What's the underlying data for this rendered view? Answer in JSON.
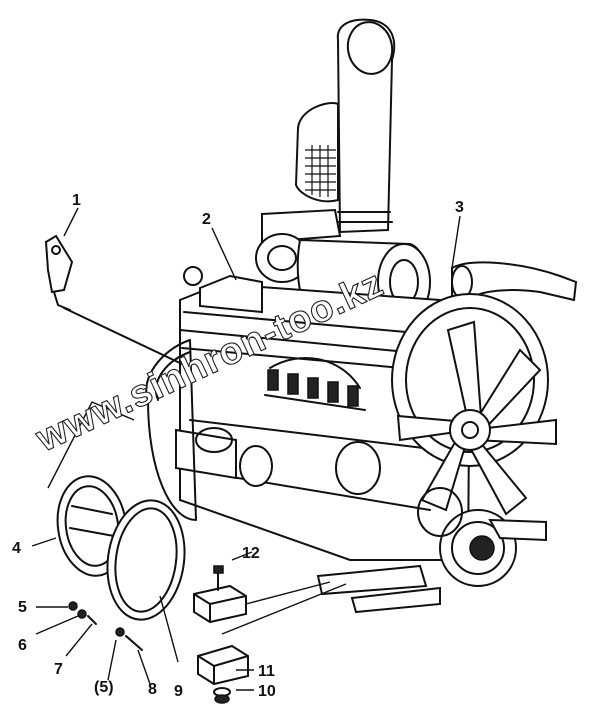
{
  "figure": {
    "callouts": [
      {
        "id": "1",
        "text": "1"
      },
      {
        "id": "2",
        "text": "2"
      },
      {
        "id": "3",
        "text": "3"
      },
      {
        "id": "4",
        "text": "4"
      },
      {
        "id": "5",
        "text": "5"
      },
      {
        "id": "6",
        "text": "6"
      },
      {
        "id": "7",
        "text": "7"
      },
      {
        "id": "5b",
        "text": "(5)"
      },
      {
        "id": "8",
        "text": "8"
      },
      {
        "id": "9",
        "text": "9"
      },
      {
        "id": "10",
        "text": "10"
      },
      {
        "id": "11",
        "text": "11"
      },
      {
        "id": "12",
        "text": "12"
      }
    ],
    "watermark": "www.sinhron-too.kz"
  }
}
